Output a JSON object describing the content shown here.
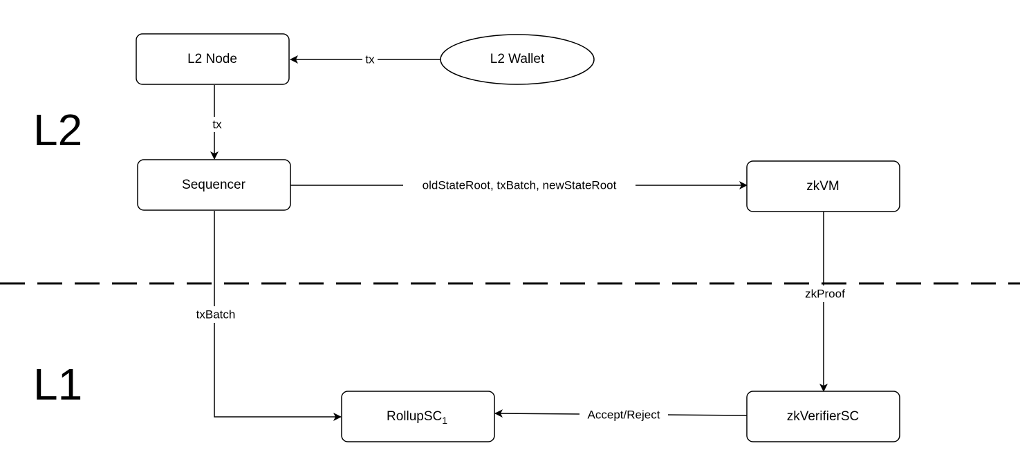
{
  "layers": {
    "top": "L2",
    "bottom": "L1"
  },
  "nodes": {
    "l2_node": "L2 Node",
    "l2_wallet": "L2 Wallet",
    "sequencer": "Sequencer",
    "zkvm": "zkVM",
    "rollup_sc": "RollupSC",
    "rollup_sc_subscript": "1",
    "zk_verifier_sc": "zkVerifierSC"
  },
  "edges": {
    "wallet_to_node": "tx",
    "node_to_sequencer": "tx",
    "sequencer_to_zkvm": "oldStateRoot, txBatch, newStateRoot",
    "sequencer_to_rollup": "txBatch",
    "zkvm_to_verifier": "zkProof",
    "verifier_to_rollup": "Accept/Reject"
  },
  "colors": {
    "stroke": "#000000",
    "background": "#ffffff"
  }
}
